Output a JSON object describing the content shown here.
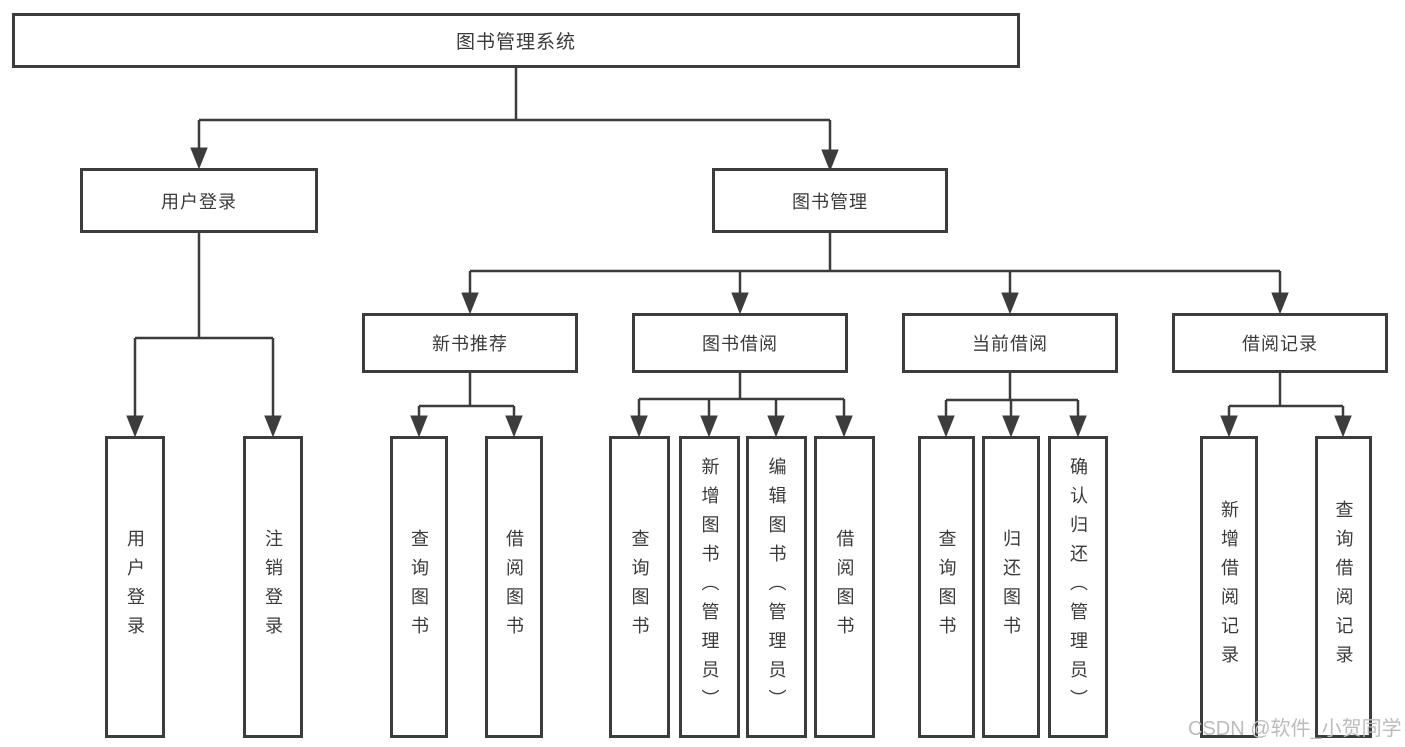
{
  "nodes": {
    "root": "图书管理系统",
    "user_login": "用户登录",
    "book_mgmt": "图书管理",
    "new_book_rec": "新书推荐",
    "book_borrow": "图书借阅",
    "current_borrow": "当前借阅",
    "borrow_records": "借阅记录",
    "leaf_user_login": "用户登录",
    "leaf_logout": "注销登录",
    "leaf_nb_query": "查询图书",
    "leaf_nb_borrow": "借阅图书",
    "leaf_bb_query": "查询图书",
    "leaf_bb_add": "新增图书（管理员）",
    "leaf_bb_edit": "编辑图书（管理员）",
    "leaf_bb_borrow": "借阅图书",
    "leaf_cb_query": "查询图书",
    "leaf_cb_return": "归还图书",
    "leaf_cb_confirm": "确认归还（管理员）",
    "leaf_br_add": "新增借阅记录",
    "leaf_br_query": "查询借阅记录"
  },
  "watermark": "CSDN @软件_小贺同学",
  "colors": {
    "line": "#3c3c3c",
    "text": "#3a3a3a",
    "watermark": "#bcbcbc",
    "background": "#ffffff"
  }
}
